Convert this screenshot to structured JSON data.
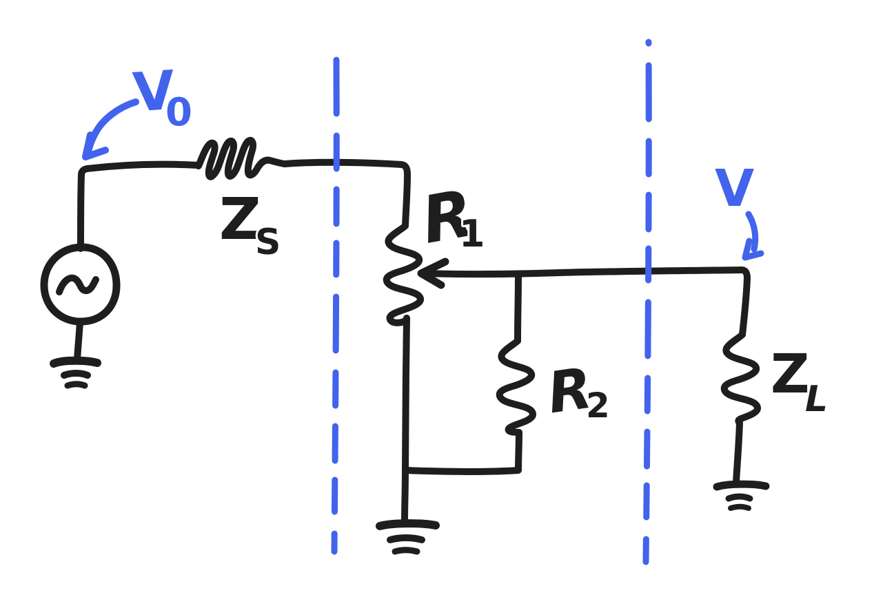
{
  "colors": {
    "ink": "#1e1e1e",
    "accent": "#4263eb",
    "halo": "#ffffff",
    "background": "#ffffff"
  },
  "labels": {
    "source_voltage": {
      "base": "V",
      "sub": "0"
    },
    "output_voltage": {
      "base": "V"
    },
    "source_impedance": {
      "base": "Z",
      "sub": "S"
    },
    "resistor_1": {
      "base": "R",
      "sub": "1"
    },
    "resistor_2": {
      "base": "R",
      "sub": "2"
    },
    "load_impedance": {
      "base": "Z",
      "sub": "L"
    }
  },
  "components": {
    "source": "ac-voltage-source",
    "grounds": [
      "source-ground",
      "divider-ground",
      "load-ground"
    ],
    "resistors": [
      "Z_S series impedance",
      "R_1 (tapped by wiper arrow)",
      "R_2",
      "Z_L load"
    ],
    "boundaries": [
      "left-dashed-divider",
      "right-dashed-divider"
    ],
    "arrows": [
      "v0-pointer-arrow",
      "v-pointer-arrow",
      "wiper-tap-arrow"
    ]
  }
}
